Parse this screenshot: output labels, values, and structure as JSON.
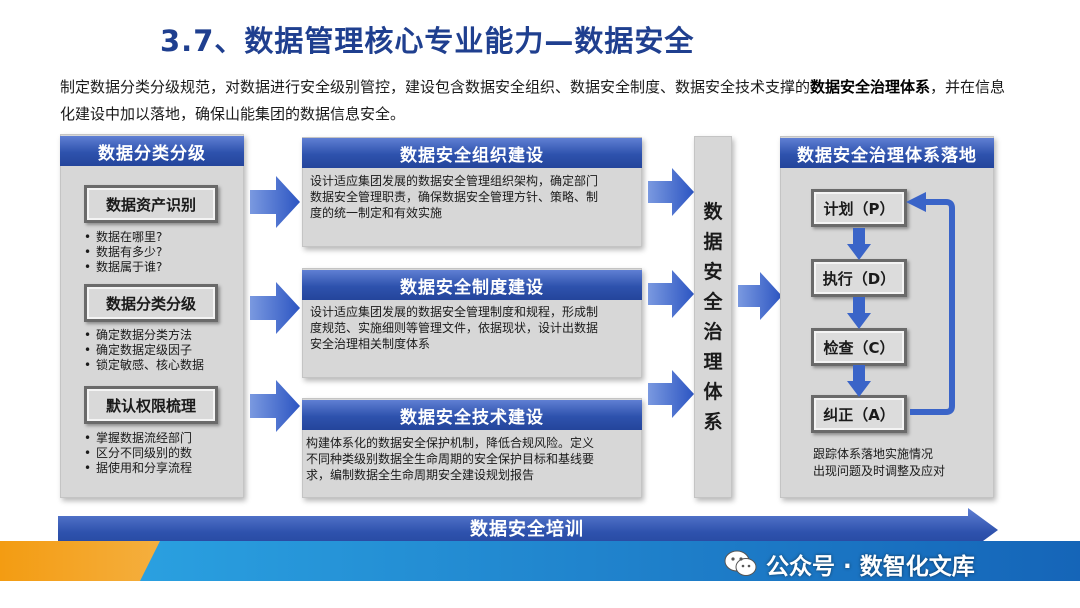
{
  "title": "3.7、数据管理核心专业能力—数据安全",
  "intro": {
    "text_normal": "制定数据分类分级规范，对数据进行安全级别管控，建设包含数据安全组织、数据安全制度、数据安全技术支撑的",
    "text_bold": "数据安全治理体系",
    "text_tail": "，并在信息化建设中加以落地，确保山能集团的数据信息安全。"
  },
  "left_panel": {
    "header": "数据分类分级",
    "groups": [
      {
        "title": "数据资产识别",
        "bullets": [
          "数据在哪里?",
          "数据有多少?",
          "数据属于谁?"
        ]
      },
      {
        "title": "数据分类分级",
        "bullets": [
          "确定数据分类方法",
          "确定数据定级因子",
          "锁定敏感、核心数据"
        ]
      },
      {
        "title": "默认权限梳理",
        "bullets": [
          "掌握数据流经部门",
          "区分不同级别的数",
          "据使用和分享流程"
        ]
      }
    ]
  },
  "middle": [
    {
      "header": "数据安全组织建设",
      "desc": [
        "设计适应集团发展的数据安全管理组织架构，确定部门",
        "数据安全管理职责，确保数据安全管理方针、策略、制",
        "度的统一制定和有效实施"
      ]
    },
    {
      "header": "数据安全制度建设",
      "desc": [
        "设计适应集团发展的数据安全管理制度和规程，形成制",
        "度规范、实施细则等管理文件，依据现状，设计出数据",
        "安全治理相关制度体系"
      ]
    },
    {
      "header": "数据安全技术建设",
      "desc": [
        "构建体系化的数据安全保护机制，降低合规风险。定义",
        "不同种类级别数据全生命周期的安全保护目标和基线要",
        "求，编制数据全生命周期安全建设规划报告"
      ]
    }
  ],
  "vertical_label": [
    "数",
    "据",
    "安",
    "全",
    "治",
    "理",
    "体",
    "系"
  ],
  "right_panel": {
    "header": "数据安全治理体系落地",
    "steps": [
      "计划（P）",
      "执行（D）",
      "检查（C）",
      "纠正（A）"
    ],
    "follow": [
      "跟踪体系落地实施情况",
      "出现问题及时调整及应对"
    ]
  },
  "training_bar": "数据安全培训",
  "brand": "公众号 · 数智化文库",
  "colors": {
    "title": "#1f3f8f",
    "header_blue": "#2e52ad",
    "arrow_blue": "#3a64c8",
    "panel_gray": "#d7d7d7",
    "bottom_orange": "#f5a623",
    "bottom_blue": "#1e88d2"
  },
  "icons": [
    "right-arrow-icon",
    "down-arrow-icon",
    "loop-arrow-icon",
    "wechat-icon"
  ]
}
